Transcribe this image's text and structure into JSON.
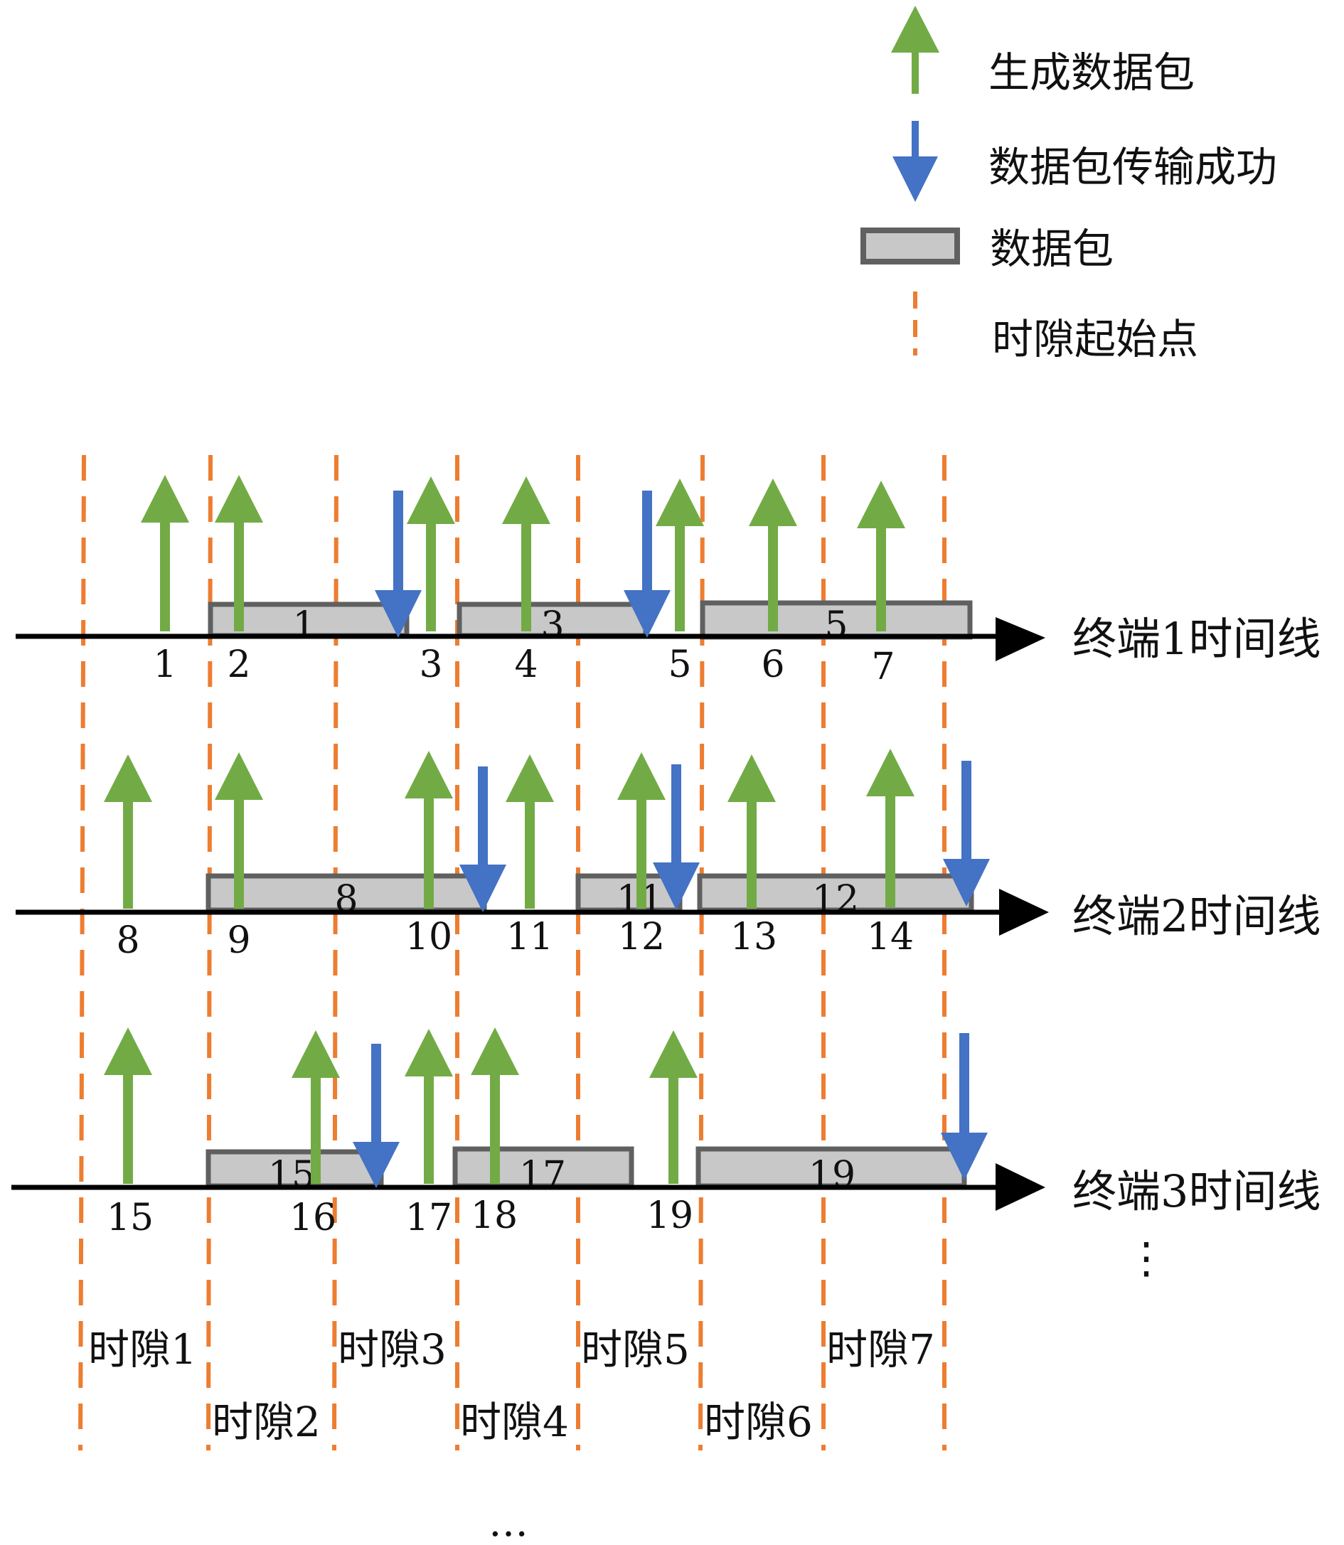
{
  "legend": [
    {
      "icon": "green-up-arrow-icon",
      "label": "生成数据包"
    },
    {
      "icon": "blue-down-arrow-icon",
      "label": "数据包传输成功"
    },
    {
      "icon": "gray-packet-box-icon",
      "label": "数据包"
    },
    {
      "icon": "orange-dashed-line-icon",
      "label": "时隙起始点"
    }
  ],
  "colors": {
    "generate": "#72ab45",
    "success": "#4472c4",
    "packet_fill": "#c8c8c8",
    "packet_border": "#606060",
    "slot_line": "#ed7d31",
    "axis": "#000000"
  },
  "slots": [
    "时隙1",
    "时隙2",
    "时隙3",
    "时隙4",
    "时隙5",
    "时隙6",
    "时隙7"
  ],
  "timelines": [
    {
      "label": "终端1时间线",
      "generated": [
        "1",
        "2",
        "3",
        "4",
        "5",
        "6",
        "7"
      ],
      "packets": [
        "1",
        "3",
        "5"
      ]
    },
    {
      "label": "终端2时间线",
      "generated": [
        "8",
        "9",
        "10",
        "11",
        "12",
        "13",
        "14"
      ],
      "packets": [
        "8",
        "11",
        "12"
      ]
    },
    {
      "label": "终端3时间线",
      "generated": [
        "15",
        "16",
        "17",
        "18",
        "19"
      ],
      "packets": [
        "15",
        "17",
        "19"
      ]
    }
  ],
  "vertical_ellipsis": "⋮",
  "bottom_ellipsis": "…"
}
